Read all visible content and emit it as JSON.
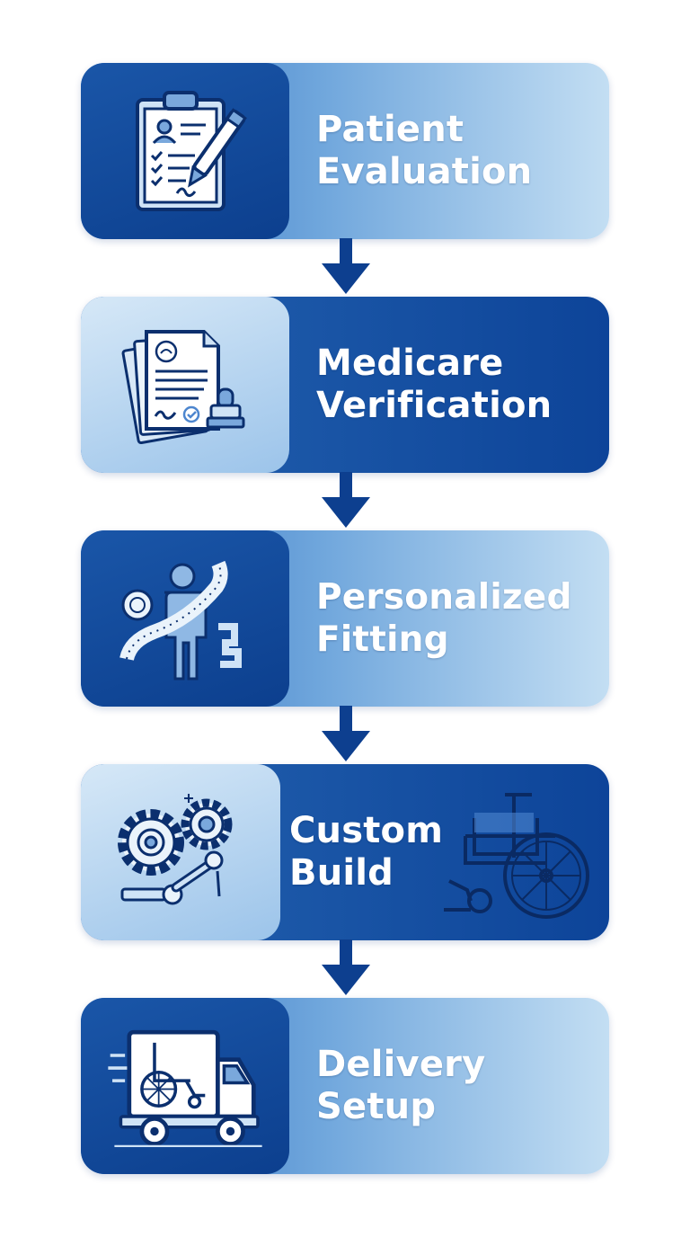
{
  "steps": [
    {
      "line1": "Patient",
      "line2": "Evaluation",
      "icon": "clipboard-icon"
    },
    {
      "line1": "Medicare",
      "line2": "Verification",
      "icon": "documents-stamp-icon"
    },
    {
      "line1": "Personalized",
      "line2": "Fitting",
      "icon": "measuring-tape-person-icon"
    },
    {
      "line1": "Custom",
      "line2": "Build",
      "icon": "gears-wrench-icon",
      "extra_icon": "wheelchair-icon"
    },
    {
      "line1": "Delivery",
      "line2": "Setup",
      "icon": "delivery-truck-icon"
    }
  ],
  "colors": {
    "dark_blue": "#0d4499",
    "mid_blue": "#2f6fc0",
    "light_blue": "#c3def3",
    "arrow": "#0d3f8f"
  }
}
